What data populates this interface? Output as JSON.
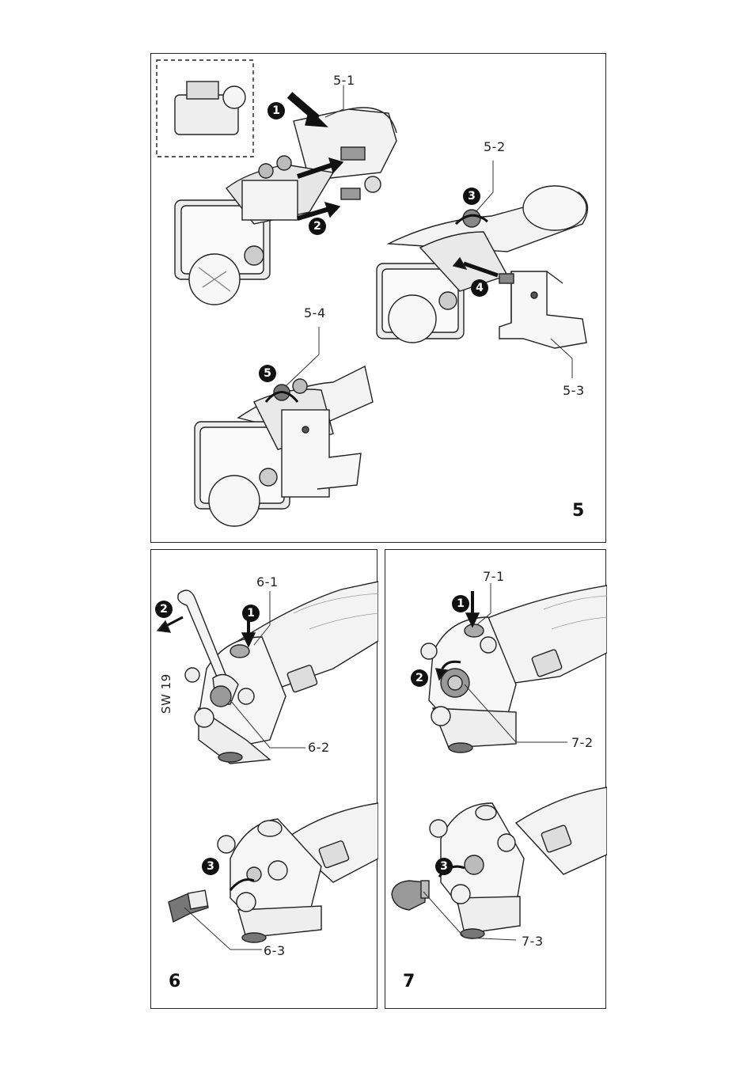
{
  "figures": {
    "fig5": {
      "number": "5",
      "labels": {
        "l1": "5-1",
        "l2": "5-2",
        "l3": "5-3",
        "l4": "5-4"
      },
      "steps": [
        "1",
        "2",
        "3",
        "4",
        "5"
      ]
    },
    "fig6": {
      "number": "6",
      "labels": {
        "l1": "6-1",
        "l2": "6-2",
        "l3": "6-3"
      },
      "wrench": "SW 19",
      "steps": [
        "2",
        "1",
        "3"
      ]
    },
    "fig7": {
      "number": "7",
      "labels": {
        "l1": "7-1",
        "l2": "7-2",
        "l3": "7-3"
      },
      "steps": [
        "1",
        "2",
        "3"
      ]
    }
  }
}
